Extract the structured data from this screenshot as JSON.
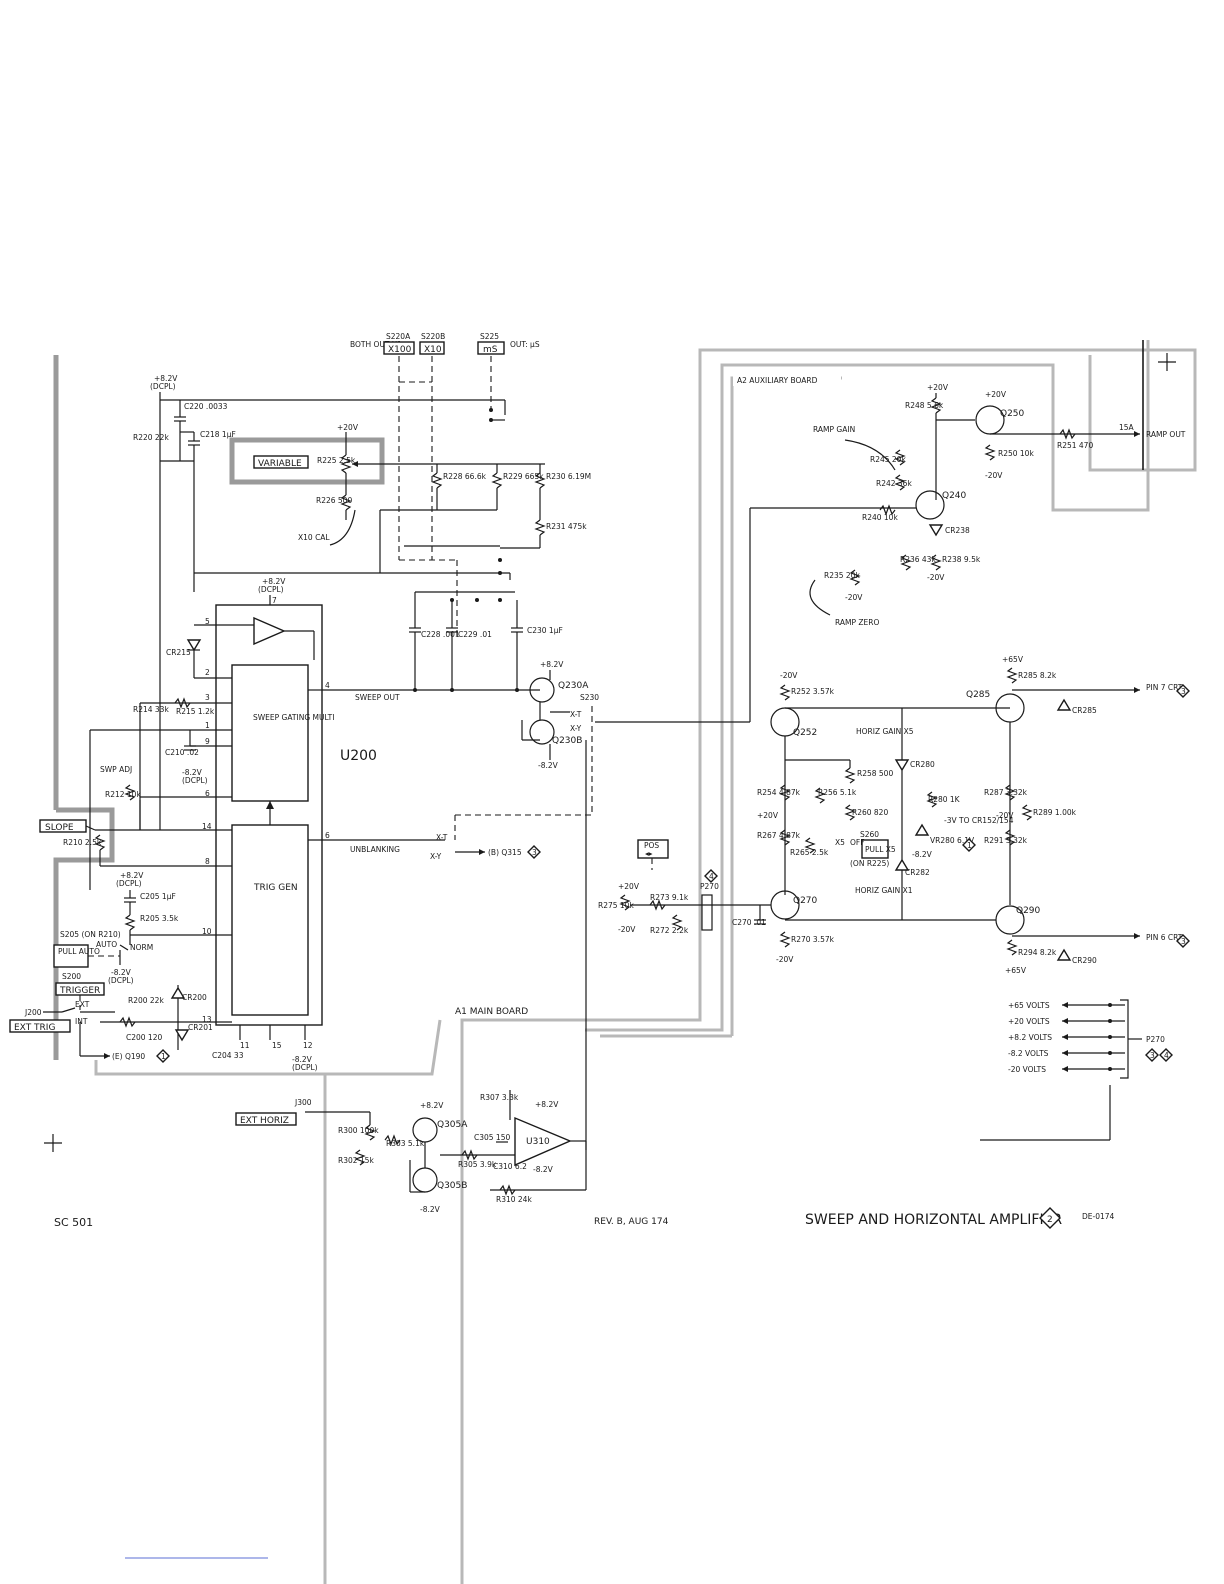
{
  "sheet": {
    "title": "SWEEP AND HORIZONTAL AMPLIFIER",
    "title_number": "2",
    "model": "SC 501",
    "revision": "REV. B, AUG 174",
    "drawing_code": "DE-0174"
  },
  "switches_top": {
    "both_out": "BOTH OUT X1",
    "s220a_ref": "S220A",
    "s220a_label": "X100",
    "s220b_ref": "S220B",
    "s220b_label": "X10",
    "s225_ref": "S225",
    "s225_label": "mS",
    "s225_out": "OUT: μS"
  },
  "boards": {
    "a1": "A1 MAIN BOARD",
    "a2": "A2 AUXILIARY BOARD"
  },
  "front_panel": {
    "variable": "VARIABLE",
    "slope": "SLOPE",
    "pull_auto": "PULL AUTO",
    "trigger": "TRIGGER",
    "ext_trig": "EXT TRIG",
    "ext_horiz": "EXT HORIZ",
    "pos": "POS",
    "pos_arrows": "◂▸",
    "pull_x5": "PULL X5"
  },
  "ic": {
    "u200": "U200",
    "sweep_gating": "SWEEP GATING MULTI",
    "trig_gen": "TRIG GEN",
    "u310": "U310",
    "sweep_out": "SWEEP OUT",
    "unblanking": "UNBLANKING",
    "pins": [
      "5",
      "2",
      "3",
      "1",
      "9",
      "6",
      "14",
      "8",
      "10",
      "13",
      "11",
      "15",
      "12",
      "4",
      "7"
    ]
  },
  "components": {
    "r220": "R220 22k",
    "c220": "C220 .0033",
    "c218": "C218 1μF",
    "r225": "R225 2.5k",
    "r226": "R226 500",
    "x10cal": "X10 CAL",
    "r228": "R228 66.6k",
    "r229": "R229 665k",
    "r230": "R230 6.19M",
    "r231": "R231 475k",
    "cr215": "CR215",
    "c228": "C228 .001",
    "c229": "C229 .01",
    "c230": "C230 1μF",
    "r214": "R214 33k",
    "r215": "R215 1.2k",
    "c210": "C210 .02",
    "swp_adj": "SWP ADJ",
    "r212": "R212 10k",
    "r210": "R210 2.5k",
    "c205": "C205 1μF",
    "r205": "R205 3.5k",
    "s205": "S205 (ON R210)",
    "s200": "S200",
    "r200": "R200 22k",
    "c200": "C200 120",
    "cr200": "CR200",
    "cr201": "CR201",
    "c204": "C204 33",
    "q190": "(E) Q190",
    "q230a": "Q230A",
    "q230b": "Q230B",
    "s230": "S230",
    "q315": "(B) Q315",
    "r300": "R300 100k",
    "r302": "R302 15k",
    "r303": "R303 5.1k",
    "q305a": "Q305A",
    "q305b": "Q305B",
    "r305": "R305 3.9k",
    "c305": "C305 150",
    "c310": "C310 6.2",
    "r307": "R307 3.3k",
    "r310": "R310 24k",
    "j200": "J200",
    "j300": "J300",
    "ext": "EXT",
    "int": "INT",
    "auto": "AUTO",
    "norm": "NORM",
    "xt": "X-T",
    "xy": "X-Y",
    "r248": "R248 5.6k",
    "q250": "Q250",
    "r250": "R250 10k",
    "r251": "R251 470",
    "ramp_out": "RAMP OUT",
    "ramp_out_pin": "15A",
    "ramp_gain": "RAMP GAIN",
    "r245": "R245 20k",
    "r242": "R242 36k",
    "q240": "Q240",
    "r240": "R240 10k",
    "cr238": "CR238",
    "r235": "R235 20k",
    "r236": "R236 43k",
    "r238": "R238 9.5k",
    "ramp_zero": "RAMP ZERO",
    "r252": "R252 3.57k",
    "q252": "Q252",
    "horiz_gain_x5": "HORIZ GAIN X5",
    "r258": "R258 500",
    "r256": "R256 5.1k",
    "r260": "R260 820",
    "r254": "R254 4.87k",
    "r267": "R267 4.87k",
    "r265": "R265 2.5k",
    "s260": "S260",
    "s260_note": "(ON R225)",
    "horiz_gain_x1": "HORIZ GAIN X1",
    "cr280": "CR280",
    "r280": "R280 1K",
    "vr280": "VR280 6.1V",
    "cr282": "CR282",
    "r285": "R285 8.2k",
    "q285": "Q285",
    "cr285": "CR285",
    "r287": "R287 3.32k",
    "r289": "R289 1.00k",
    "r291": "R291 3.32k",
    "q290": "Q290",
    "r294": "R294 8.2k",
    "cr290": "CR290",
    "r275": "R275 10k",
    "r273": "R273 9.1k",
    "r272": "R272 2.2k",
    "p270": "P270",
    "c270": "C270 .01",
    "q270": "Q270",
    "r270": "R270 3.57k",
    "to_cr152": "-3V TO CR152/154",
    "pin7": "PIN 7 CRT",
    "pin6": "PIN 6 CRT",
    "x5_pos": "X5",
    "off_pos": "OFF"
  },
  "supply": {
    "p82": "+8.2V",
    "m82": "-8.2V",
    "p20": "+20V",
    "m20": "-20V",
    "p65": "+65V",
    "dcpl": "(DCPL)"
  },
  "power_bus": {
    "connector": "P270",
    "lines": [
      "+65 VOLTS",
      "+20 VOLTS",
      "+8.2 VOLTS",
      "-8.2 VOLTS",
      "-20 VOLTS"
    ],
    "refs": [
      "3",
      "4"
    ]
  },
  "diamond_refs": {
    "pin7": "3",
    "pin6": "3",
    "q315": "3",
    "q190": "1",
    "p270": "4",
    "vr280": "1"
  }
}
